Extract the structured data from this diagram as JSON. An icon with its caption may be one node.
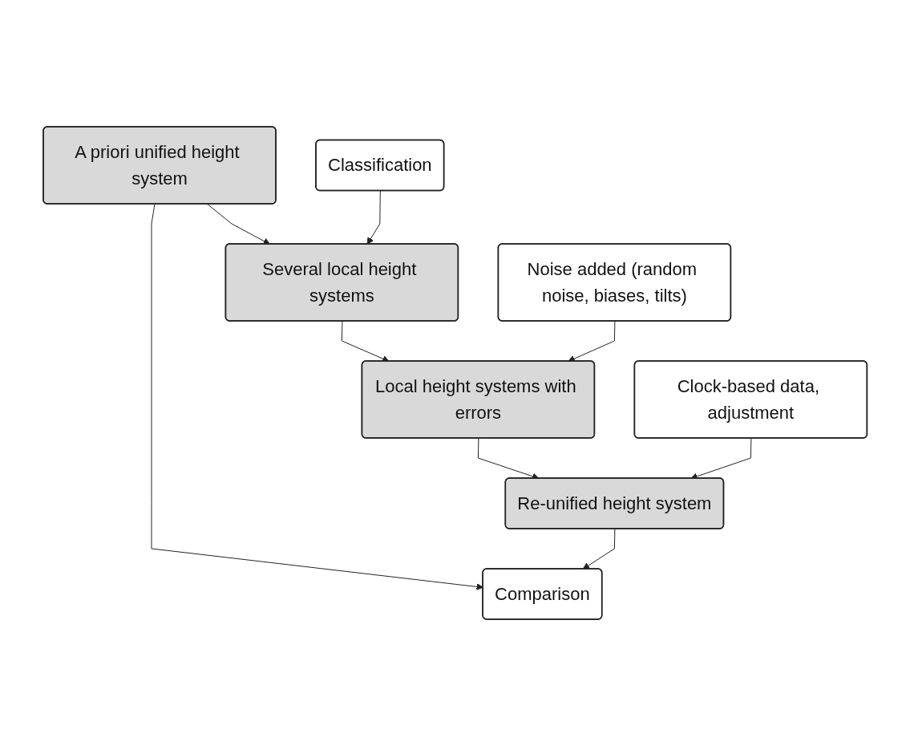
{
  "diagram": {
    "nodes": [
      {
        "text": [
          "A priori unified height system"
        ]
      },
      {
        "text": [
          "Classification"
        ]
      },
      {
        "text": [
          "Several local height systems"
        ]
      },
      {
        "text": [
          "Noise added (random noise, biases, tilts)"
        ]
      },
      {
        "text": [
          "Local height systems with errors"
        ]
      },
      {
        "text": [
          "Clock-based data, adjustment"
        ]
      },
      {
        "text": [
          "Re-unified height system"
        ]
      },
      {
        "text": [
          "Comparison"
        ]
      }
    ],
    "edges": [
      {
        "from": 0,
        "to": 2,
        "arrow": "to"
      },
      {
        "from": 1,
        "to": 2,
        "arrow": "to"
      },
      {
        "from": 2,
        "to": 4,
        "arrow": "to"
      },
      {
        "from": 3,
        "to": 4,
        "arrow": "to"
      },
      {
        "from": 4,
        "to": 6,
        "arrow": "to"
      },
      {
        "from": 5,
        "to": 6,
        "arrow": "to"
      },
      {
        "from": 0,
        "to": 7,
        "arrow": "to"
      },
      {
        "from": 6,
        "to": 7,
        "arrow": "to"
      }
    ]
  }
}
